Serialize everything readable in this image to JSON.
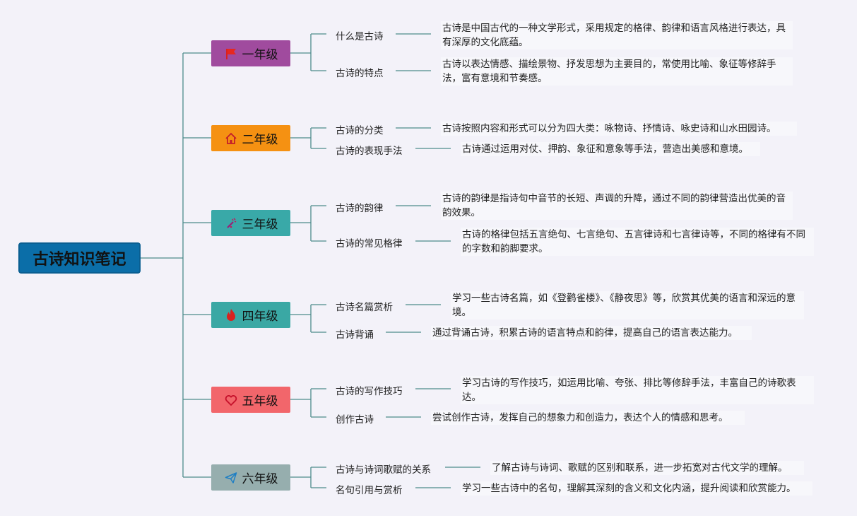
{
  "root": {
    "title": "古诗知识笔记"
  },
  "colors": {
    "line": "#4d8b8b",
    "g1": "#a04b9e",
    "g2": "#f59112",
    "g3": "#39a9a8",
    "g4": "#3aa8a4",
    "g5": "#f2666b",
    "g6": "#96aeae"
  },
  "grades": [
    {
      "label": "一年级",
      "icon": "flag-icon",
      "topics": [
        {
          "name": "什么是古诗",
          "desc": "古诗是中国古代的一种文学形式，采用规定的格律、韵律和语言风格进行表达，具有深厚的文化底蕴。"
        },
        {
          "name": "古诗的特点",
          "desc": "古诗以表达情感、描绘景物、抒发思想为主要目的，常使用比喻、象征等修辞手法，富有意境和节奏感。"
        }
      ]
    },
    {
      "label": "二年级",
      "icon": "home-icon",
      "topics": [
        {
          "name": "古诗的分类",
          "desc": "古诗按照内容和形式可以分为四大类：咏物诗、抒情诗、咏史诗和山水田园诗。"
        },
        {
          "name": "古诗的表现手法",
          "desc": "古诗通过运用对仗、押韵、象征和意象等手法，营造出美感和意境。"
        }
      ]
    },
    {
      "label": "三年级",
      "icon": "magic-wand-icon",
      "topics": [
        {
          "name": "古诗的韵律",
          "desc": "古诗的韵律是指诗句中音节的长短、声调的升降，通过不同的韵律营造出优美的音韵效果。"
        },
        {
          "name": "古诗的常见格律",
          "desc": "古诗的格律包括五言绝句、七言绝句、五言律诗和七言律诗等，不同的格律有不同的字数和韵脚要求。"
        }
      ]
    },
    {
      "label": "四年级",
      "icon": "fire-icon",
      "topics": [
        {
          "name": "古诗名篇赏析",
          "desc": "学习一些古诗名篇，如《登鹳雀楼》、《静夜思》等，欣赏其优美的语言和深远的意境。"
        },
        {
          "name": "古诗背诵",
          "desc": "通过背诵古诗，积累古诗的语言特点和韵律，提高自己的语言表达能力。"
        }
      ]
    },
    {
      "label": "五年级",
      "icon": "heart-icon",
      "topics": [
        {
          "name": "古诗的写作技巧",
          "desc": "学习古诗的写作技巧，如运用比喻、夸张、排比等修辞手法，丰富自己的诗歌表达。"
        },
        {
          "name": "创作古诗",
          "desc": "尝试创作古诗，发挥自己的想象力和创造力，表达个人的情感和思考。"
        }
      ]
    },
    {
      "label": "六年级",
      "icon": "paper-plane-icon",
      "topics": [
        {
          "name": "古诗与诗词歌赋的关系",
          "desc": "了解古诗与诗词、歌赋的区别和联系，进一步拓宽对古代文学的理解。"
        },
        {
          "name": "名句引用与赏析",
          "desc": "学习一些古诗中的名句，理解其深刻的含义和文化内涵，提升阅读和欣赏能力。"
        }
      ]
    }
  ]
}
